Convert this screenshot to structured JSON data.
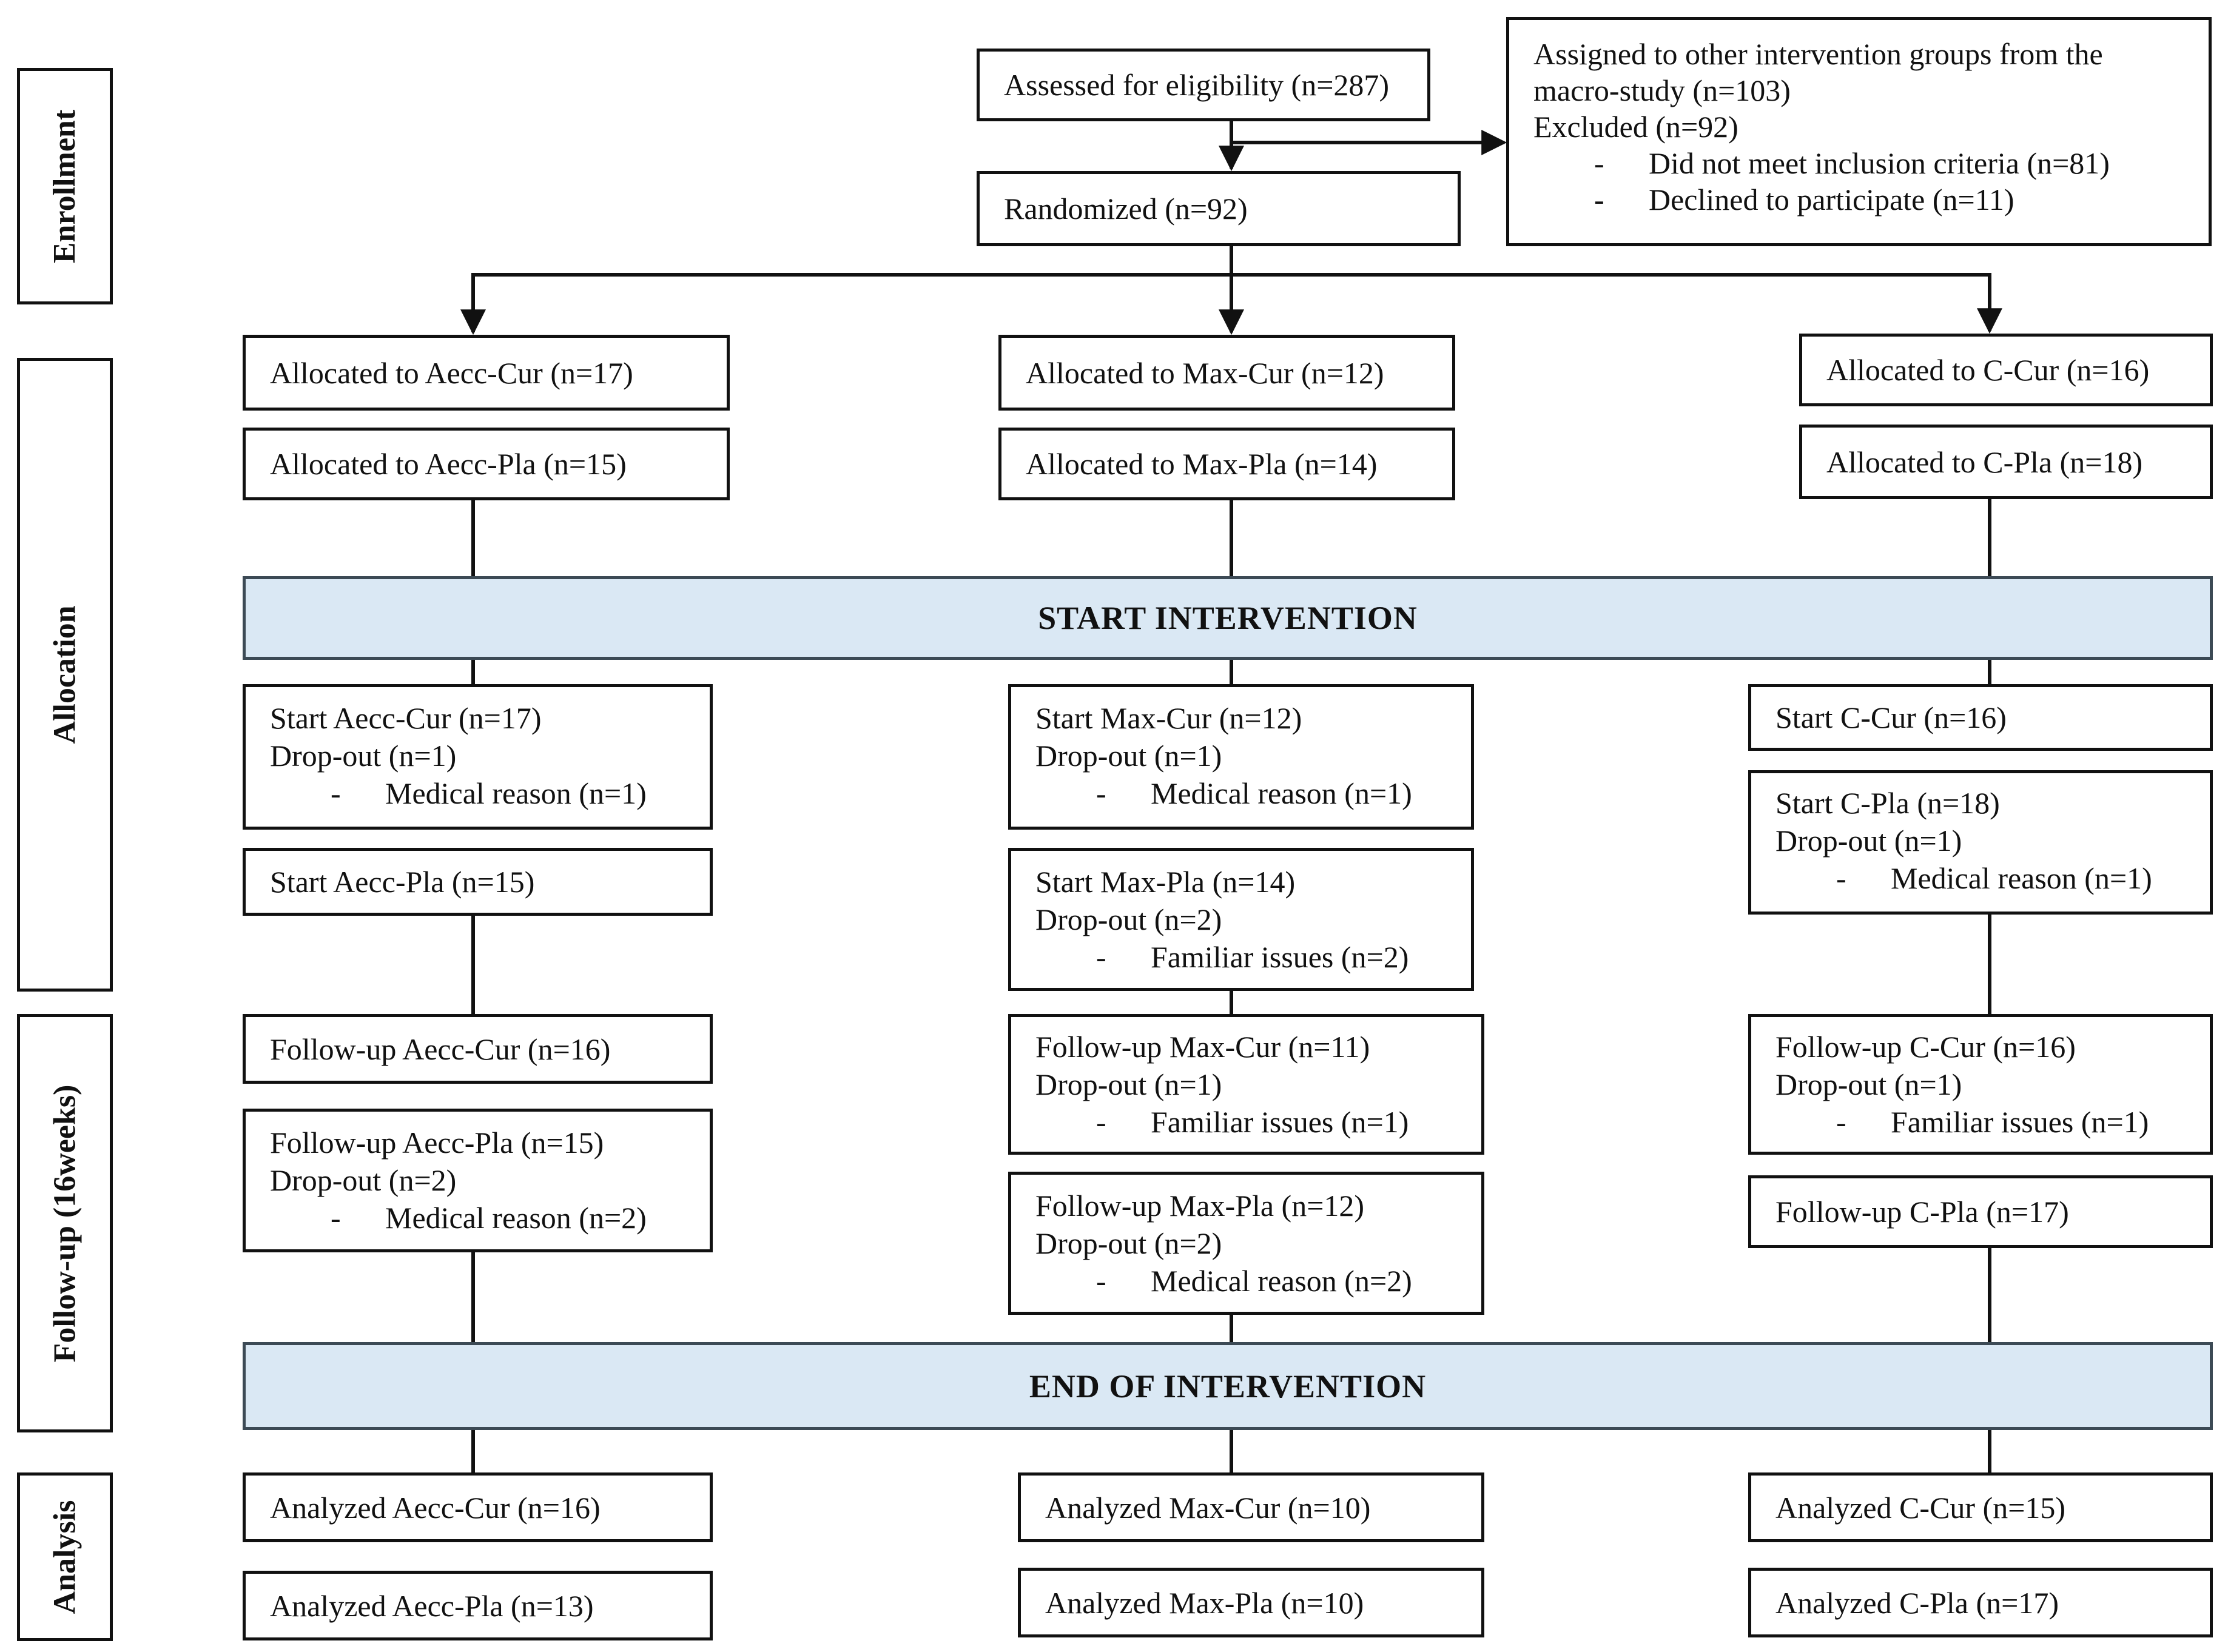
{
  "phases": {
    "enrollment": "Enrollment",
    "allocation": "Allocation",
    "followup": "Follow-up (16weeks)",
    "analysis": "Analysis"
  },
  "enrollment": {
    "assessed": "Assessed for eligibility (n=287)",
    "randomized": "Randomized (n=92)",
    "exclusion": {
      "assigned_line1": "Assigned to other intervention groups from the",
      "assigned_line2": "macro-study (n=103)",
      "excluded": "Excluded (n=92)",
      "reason1": "Did not meet inclusion criteria (n=81)",
      "reason2": "Declined to participate (n=11)",
      "dash": "-"
    }
  },
  "allocation": {
    "aecc_cur": "Allocated to Aecc-Cur (n=17)",
    "aecc_pla": "Allocated to Aecc-Pla (n=15)",
    "max_cur": "Allocated to Max-Cur (n=12)",
    "max_pla": "Allocated to Max-Pla (n=14)",
    "c_cur": "Allocated to C-Cur (n=16)",
    "c_pla": "Allocated to C-Pla (n=18)"
  },
  "bands": {
    "start": "START INTERVENTION",
    "end": "END OF INTERVENTION"
  },
  "start": {
    "aecc_cur": {
      "title": "Start Aecc-Cur (n=17)",
      "dropout": "Drop-out (n=1)",
      "reason": "Medical reason (n=1)"
    },
    "aecc_pla": {
      "title": "Start Aecc-Pla (n=15)"
    },
    "max_cur": {
      "title": "Start Max-Cur (n=12)",
      "dropout": "Drop-out (n=1)",
      "reason": "Medical reason (n=1)"
    },
    "max_pla": {
      "title": "Start Max-Pla (n=14)",
      "dropout": "Drop-out (n=2)",
      "reason": "Familiar issues (n=2)"
    },
    "c_cur": {
      "title": "Start C-Cur (n=16)"
    },
    "c_pla": {
      "title": "Start C-Pla (n=18)",
      "dropout": "Drop-out (n=1)",
      "reason": "Medical reason (n=1)"
    }
  },
  "followup": {
    "aecc_cur": {
      "title": "Follow-up Aecc-Cur (n=16)"
    },
    "aecc_pla": {
      "title": "Follow-up Aecc-Pla (n=15)",
      "dropout": "Drop-out (n=2)",
      "reason": "Medical reason (n=2)"
    },
    "max_cur": {
      "title": "Follow-up Max-Cur (n=11)",
      "dropout": "Drop-out (n=1)",
      "reason": "Familiar issues (n=1)"
    },
    "max_pla": {
      "title": "Follow-up Max-Pla (n=12)",
      "dropout": "Drop-out (n=2)",
      "reason": "Medical reason (n=2)"
    },
    "c_cur": {
      "title": "Follow-up C-Cur (n=16)",
      "dropout": "Drop-out (n=1)",
      "reason": "Familiar issues (n=1)"
    },
    "c_pla": {
      "title": "Follow-up C-Pla (n=17)"
    }
  },
  "analysis": {
    "aecc_cur": "Analyzed Aecc-Cur (n=16)",
    "aecc_pla": "Analyzed Aecc-Pla (n=13)",
    "max_cur": "Analyzed Max-Cur (n=10)",
    "max_pla": "Analyzed Max-Pla (n=10)",
    "c_cur": "Analyzed C-Cur (n=15)",
    "c_pla": "Analyzed C-Pla (n=17)"
  },
  "dash": "-"
}
